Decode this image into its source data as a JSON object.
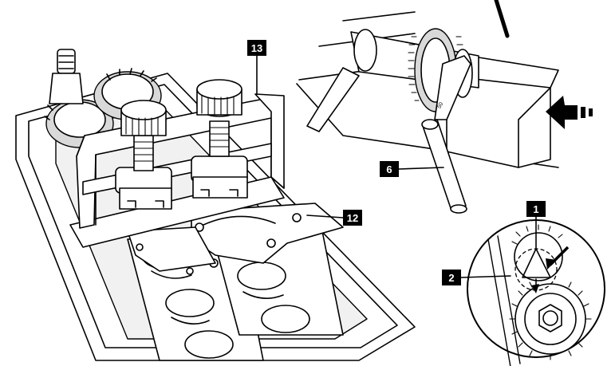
{
  "callouts": [
    {
      "id": "callout-13",
      "label": "13"
    },
    {
      "id": "callout-12",
      "label": "12"
    },
    {
      "id": "callout-6",
      "label": "6"
    },
    {
      "id": "callout-1",
      "label": "1"
    },
    {
      "id": "callout-2",
      "label": "2"
    }
  ],
  "detail_marking": "50",
  "colors": {
    "line": "#000000",
    "background": "#ffffff",
    "label_bg": "#000000",
    "label_text": "#ffffff"
  }
}
